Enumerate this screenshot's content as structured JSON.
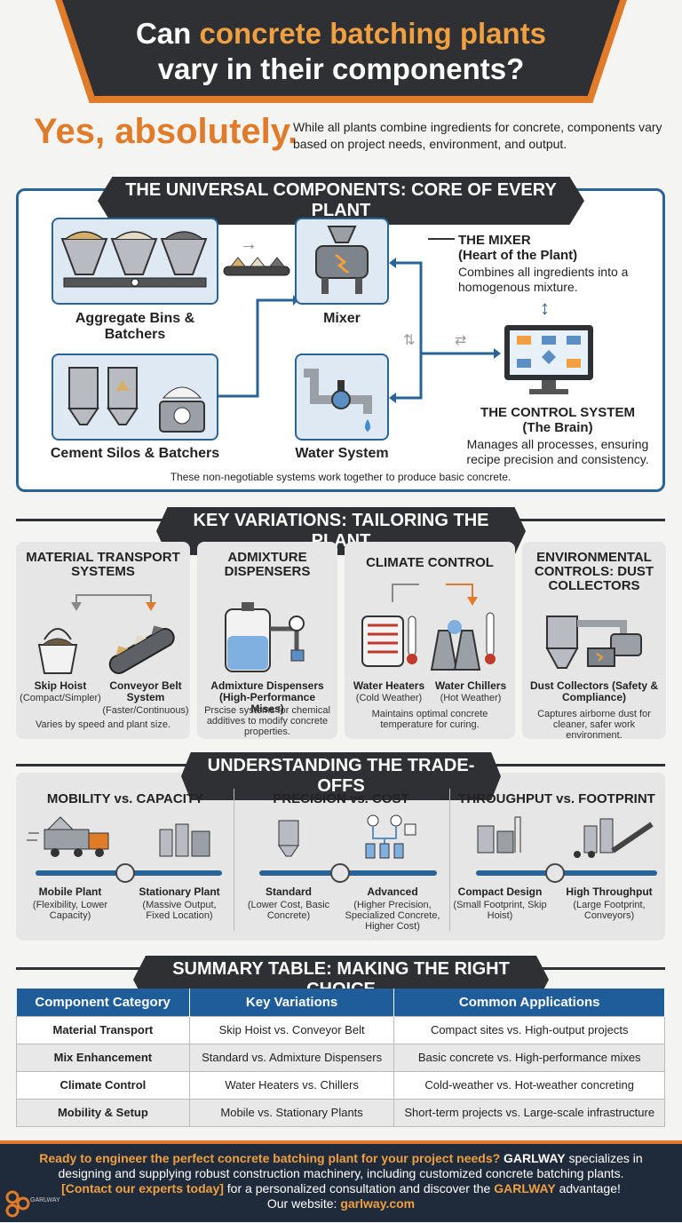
{
  "header": {
    "title_line1_prefix": "Can ",
    "title_line1_highlight": "concrete batching plants",
    "title_line2": "vary in their components?"
  },
  "intro": {
    "answer": "Yes, absolutely.",
    "text": "While all plants combine ingredients for concrete, components vary based on project needs, environment, and output."
  },
  "universal": {
    "section_title": "THE UNIVERSAL COMPONENTS: CORE OF EVERY PLANT",
    "aggregate_label": "Aggregate Bins & Batchers",
    "cement_label": "Cement Silos & Batchers",
    "mixer_label": "Mixer",
    "water_label": "Water System",
    "mixer_heading1": "THE MIXER",
    "mixer_heading2": "(Heart of the Plant)",
    "mixer_desc": "Combines all ingredients into a homogenous mixture.",
    "control_heading1": "THE CONTROL SYSTEM",
    "control_heading2": "(The Brain)",
    "control_desc": "Manages all processes, ensuring recipe precision and consistency.",
    "footnote": "These non-negotiable systems work together to produce basic concrete."
  },
  "variations": {
    "section_title": "KEY VARIATIONS: TAILORING THE PLANT",
    "cards": [
      {
        "title": "MATERIAL TRANSPORT SYSTEMS",
        "left_name": "Skip Hoist",
        "left_note": "(Compact/Simpler)",
        "right_name": "Conveyor Belt System",
        "right_note": "(Faster/Continuous)",
        "desc": "Varies by speed and plant size."
      },
      {
        "title": "ADMIXTURE DISPENSERS",
        "name": "Admixture Dispensers (High-Performance Mises)",
        "desc": "Prscise systems for chemical additives to modify concrete properties."
      },
      {
        "title": "CLIMATE CONTROL",
        "left_name": "Water Heaters",
        "left_note": "(Cold Weather)",
        "right_name": "Water Chillers",
        "right_note": "(Hot Weather)",
        "desc": "Maintains optimal concrete temperature for curing."
      },
      {
        "title": "ENVIRONMENTAL CONTROLS: DUST COLLECTORS",
        "name": "Dust Collectors (Safety & Compliance)",
        "desc": "Captures airborne dust for cleaner, safer work environment."
      }
    ]
  },
  "tradeoffs": {
    "section_title": "UNDERSTANDING THE TRADE-OFFS",
    "items": [
      {
        "title": "MOBILITY vs. CAPACITY",
        "left_name": "Mobile Plant",
        "left_note": "(Flexibility, Lower Capacity)",
        "right_name": "Stationary Plant",
        "right_note": "(Massive Output, Fixed Location)"
      },
      {
        "title": "PRECISION vs. COST",
        "left_name": "Standard",
        "left_note": "(Lower Cost, Basic Concrete)",
        "right_name": "Advanced",
        "right_note": "(Higher Precision, Specialized Concrete, Higher Cost)"
      },
      {
        "title": "THROUGHPUT vs. FOOTPRINT",
        "left_name": "Compact Design",
        "left_note": "(Small Footprint, Skip Hoist)",
        "right_name": "High Throughput",
        "right_note": "(Large Footprint, Conveyors)"
      }
    ]
  },
  "summary": {
    "section_title": "SUMMARY TABLE: MAKING THE RIGHT CHOICE",
    "headers": [
      "Component Category",
      "Key Variations",
      "Common Applications"
    ],
    "rows": [
      [
        "Material Transport",
        "Skip Hoist vs. Conveyor Belt",
        "Compact sites vs. High-output projects"
      ],
      [
        "Mix Enhancement",
        "Standard vs. Admixture Dispensers",
        "Basic concrete vs. High-performance mixes"
      ],
      [
        "Climate Control",
        "Water Heaters vs. Chillers",
        "Cold-weather vs. Hot-weather concreting"
      ],
      [
        "Mobility & Setup",
        "Mobile vs. Stationary Plants",
        "Short-term projects vs. Large-scale infrastructure"
      ]
    ]
  },
  "footer": {
    "line1a": "Ready to engineer the perfect concrete batching plant for your project needs?",
    "brand": "GARLWAY",
    "line1b": "specializes in",
    "line2": "designing and supplying robust construction machinery, including customized concrete batching plants.",
    "cta": "[Contact our experts today]",
    "line3b": "for a personalized consultation and discover the",
    "line3c": "advantage!",
    "website_label": "Our website:",
    "website": "garlway.com",
    "logo_text": "GARLWAY"
  },
  "colors": {
    "accent_orange": "#e07b2a",
    "dark": "#2f3033",
    "blue": "#2a6496",
    "table_blue": "#1f5c9a"
  }
}
